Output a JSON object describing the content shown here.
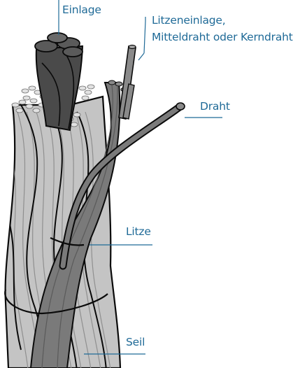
{
  "labels": {
    "einlage": "Einlage",
    "litzeneinlage_line1": "Litzeneinlage,",
    "litzeneinlage_line2": "Mitteldraht oder Kerndraht",
    "draht": "Draht",
    "litze": "Litze",
    "seil": "Seil"
  },
  "colors": {
    "label_text": "#1f6a97",
    "leader_line": "#1f6a97",
    "outline": "#0a0a0a",
    "core_dark": "#4a4a4a",
    "strand_mid": "#7a7a7a",
    "wire_light": "#c4c4c4",
    "wire_highlight": "#e2e2e2"
  }
}
